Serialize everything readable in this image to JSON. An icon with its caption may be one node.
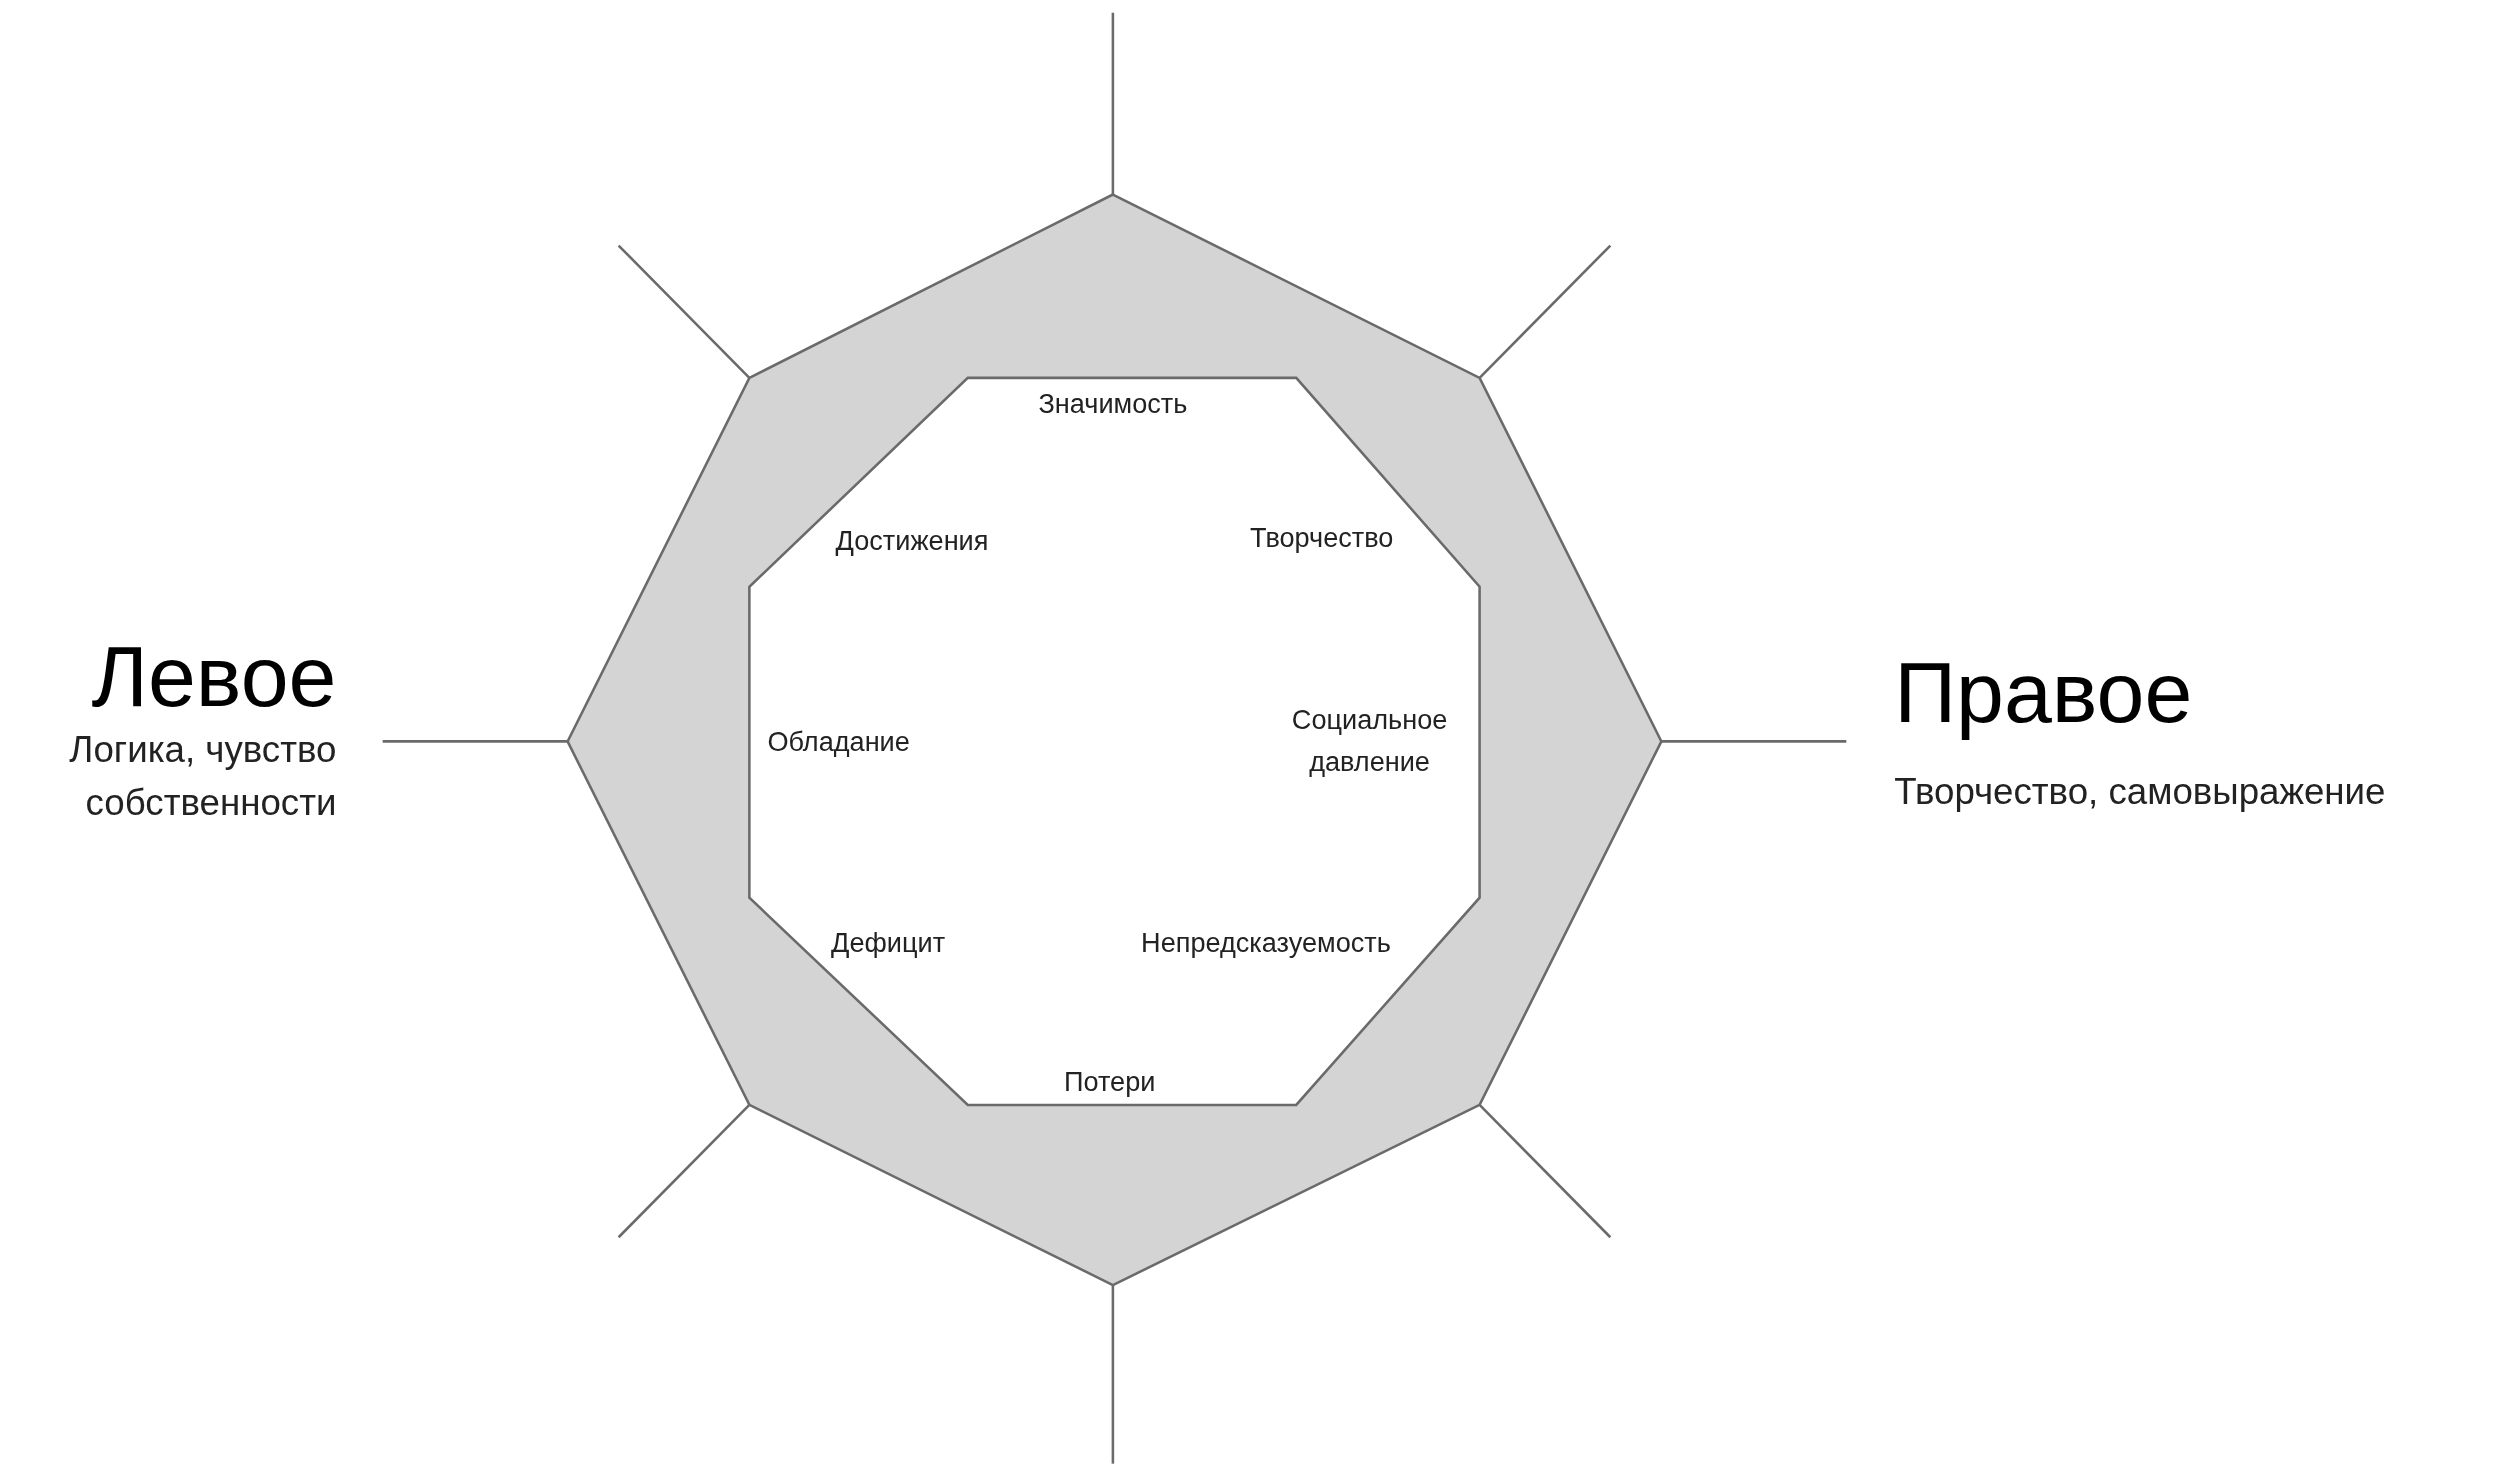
{
  "diagram": {
    "nodes": [
      {
        "text": [],
        "shape": "octagon"
      },
      {
        "text": [
          "Значимость",
          "Достижения",
          "Творчество",
          "Обладание",
          "Социальное давление",
          "Дефицит",
          "Непредсказуемость",
          "Потери"
        ],
        "in": 0
      },
      {
        "text": [
          "Левое",
          "Логика, чувство собственности"
        ]
      },
      {
        "text": [
          "Правое",
          "Творчество, самовыражение"
        ]
      }
    ],
    "edges": [
      {
        "from": 0,
        "to": 2,
        "arrow": "none"
      },
      {
        "from": 0,
        "to": 3,
        "arrow": "none"
      },
      {
        "from": 0,
        "to": null,
        "arrow": "none"
      },
      {
        "from": 0,
        "to": null,
        "arrow": "none"
      },
      {
        "from": 0,
        "to": null,
        "arrow": "none"
      },
      {
        "from": 0,
        "to": null,
        "arrow": "none"
      },
      {
        "from": 0,
        "to": null,
        "arrow": "none"
      },
      {
        "from": 0,
        "to": null,
        "arrow": "none"
      }
    ]
  }
}
